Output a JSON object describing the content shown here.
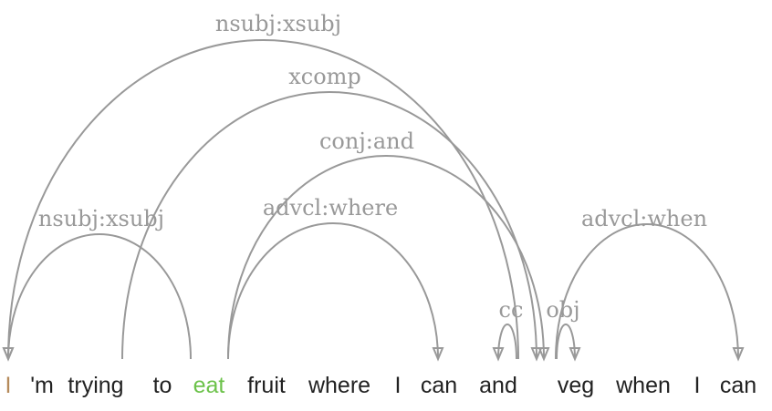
{
  "colors": {
    "arc": "#999999",
    "label": "#999999",
    "token_default": "#222222",
    "token_subject": "#b58a5a",
    "token_root": "#6cc24a"
  },
  "tokens": [
    {
      "text": "I",
      "role": "subject"
    },
    {
      "text": "'m",
      "role": "default"
    },
    {
      "text": "trying",
      "role": "default"
    },
    {
      "text": "to",
      "role": "default"
    },
    {
      "text": "eat",
      "role": "root"
    },
    {
      "text": "fruit",
      "role": "default"
    },
    {
      "text": "where",
      "role": "default"
    },
    {
      "text": "I",
      "role": "default"
    },
    {
      "text": "can",
      "role": "default"
    },
    {
      "text": "and",
      "role": "default"
    },
    {
      "text": "veg",
      "role": "default"
    },
    {
      "text": "when",
      "role": "default"
    },
    {
      "text": "I",
      "role": "default"
    },
    {
      "text": "can",
      "role": "default"
    }
  ],
  "arcs": [
    {
      "label": "nsubj:xsubj",
      "from": 9,
      "to": 0
    },
    {
      "label": "xcomp",
      "from": 2,
      "to": 10
    },
    {
      "label": "conj:and",
      "from": 5,
      "to": 10
    },
    {
      "label": "nsubj:xsubj",
      "from": 3,
      "to": 0
    },
    {
      "label": "advcl:where",
      "from": 5,
      "to": 8
    },
    {
      "label": "cc",
      "from": 9,
      "to": 9
    },
    {
      "label": "obj",
      "from": 10,
      "to": 10
    },
    {
      "label": "advcl:when",
      "from": 10,
      "to": 13
    }
  ]
}
